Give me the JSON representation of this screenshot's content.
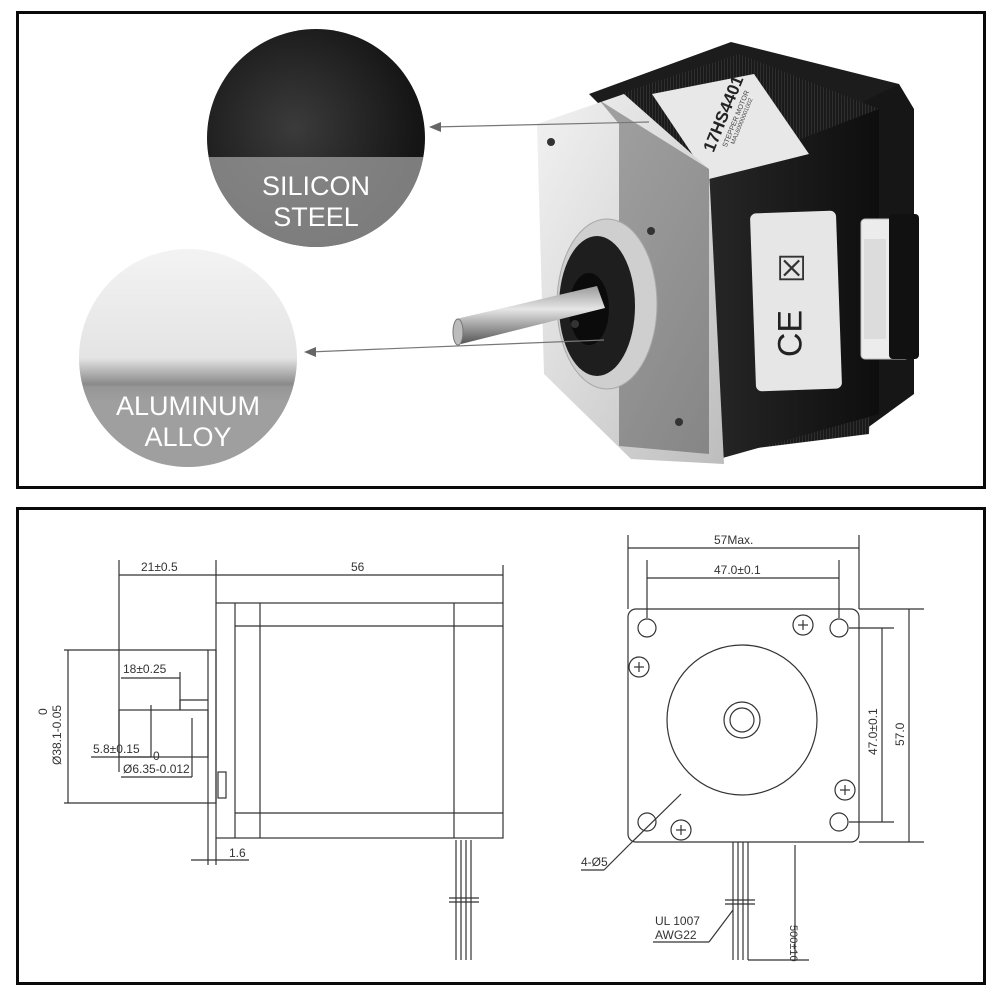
{
  "product_photo": {
    "model_label": "17HS4401",
    "label_line_1": "STEPPER MOTOR",
    "label_line_2": "MA160000001002",
    "compliance_marks": [
      "weee-crossed-bin",
      "CE"
    ],
    "callouts": [
      {
        "line1": "SILICON",
        "line2": "STEEL"
      },
      {
        "line1": "ALUMINUM",
        "line2": "ALLOY"
      }
    ]
  },
  "drawing": {
    "side_view": {
      "dims": {
        "shaft_length": "21±0.5",
        "body_length": "56",
        "flat_length": "18±0.25",
        "flat_depth": "5.8±0.15",
        "shaft_dia_tol_top": "0",
        "shaft_dia": "Ø6.35-0.012",
        "boss_dia_tol_top": "0",
        "boss_dia": "Ø38.1-0.05",
        "boss_height": "1.6"
      }
    },
    "front_view": {
      "dims": {
        "overall_width": "57Max.",
        "hole_spacing_h": "47.0±0.1",
        "hole_spacing_v": "47.0±0.1",
        "overall_height": "57.0",
        "holes": "4-Ø5",
        "wire_spec_1": "UL 1007",
        "wire_spec_2": "AWG22",
        "lead_length": "500±10"
      }
    }
  }
}
